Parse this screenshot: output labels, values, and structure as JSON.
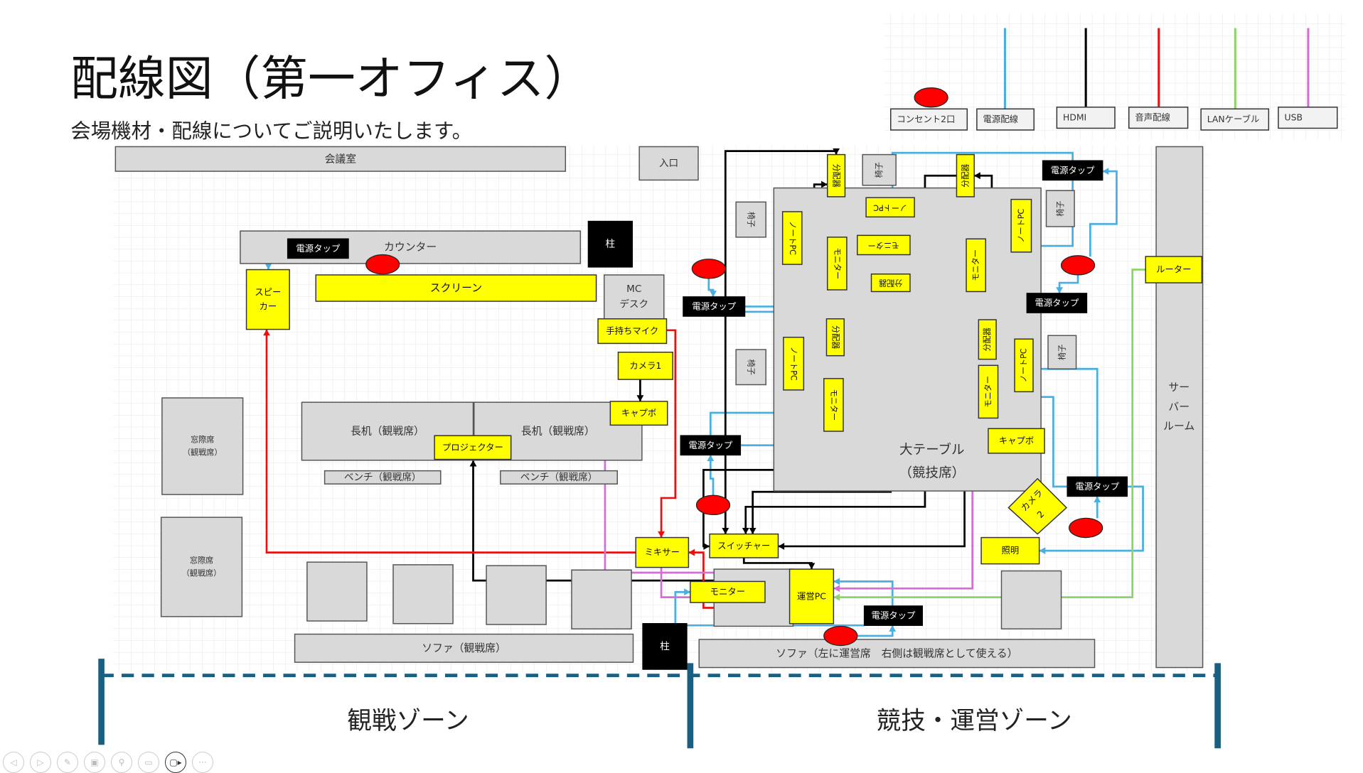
{
  "header": {
    "title": "配線図（第一オフィス）",
    "subtitle": "会場機材・配線についてご説明いたします。"
  },
  "legend": {
    "outlet": "コンセント2口",
    "power": "電源配線",
    "hdmi": "HDMI",
    "audio": "音声配線",
    "lan": "LANケーブル",
    "usb": "USB"
  },
  "colors": {
    "power": "#4AAEE0",
    "hdmi": "#000000",
    "audio": "#E81010",
    "lan": "#8CD46A",
    "usb": "#D46ED4",
    "device": "#FFFF00",
    "outlet": "#FF0000",
    "furniture": "#D9D9D9",
    "zone": "#1B5F80"
  },
  "labels": {
    "meeting_room": "会議室",
    "entrance": "入口",
    "counter": "カウンター",
    "pillar": "柱",
    "screen": "スクリーン",
    "speaker_1": "スピー",
    "speaker_2": "カー",
    "power_tap": "電源タップ",
    "mc_desk_1": "MC",
    "mc_desk_2": "デスク",
    "hand_mic": "手持ちマイク",
    "camera1": "カメラ1",
    "capture": "キャプボ",
    "long_desk": "長机（観戦席）",
    "projector": "プロジェクター",
    "bench": "ベンチ（観戦席）",
    "window_seat_1": "窓際席",
    "window_seat_2": "（観戦席）",
    "sofa_left": "ソファ（観戦席）",
    "sofa_right": "ソファ（左に運営席　右側は観戦席として使える）",
    "mixer": "ミキサー",
    "switcher": "スイッチャー",
    "monitor": "モニター",
    "ops_pc": "運営PC",
    "big_table_1": "大テーブル",
    "big_table_2": "（競技席）",
    "chair": "椅子",
    "splitter": "分配器",
    "laptop": "ノートPC",
    "camera2_1": "カメラ",
    "camera2_2": "2",
    "lighting": "照明",
    "router": "ルーター",
    "server_1": "サー",
    "server_2": "バー",
    "server_3": "ルーム"
  },
  "zones": {
    "spectator": "観戦ゾーン",
    "competition": "競技・運営ゾーン"
  },
  "toolbar": [
    "previous-slide",
    "next-slide",
    "pen",
    "slides",
    "zoom",
    "subtitles",
    "camera",
    "more"
  ]
}
